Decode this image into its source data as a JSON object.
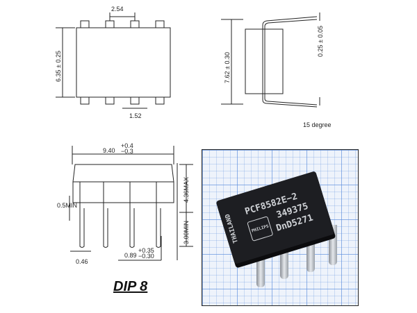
{
  "top_view": {
    "pitch": "2.54",
    "width": "6.35 ± 0.25",
    "pin_width": "1.52"
  },
  "side_view": {
    "row_spacing": "7.62 ± 0.30",
    "lead_thickness": "0.25 ± 0.05",
    "angle": "15 degree"
  },
  "front_view": {
    "length_nominal": "9.40",
    "length_tol_plus": "+0.4",
    "length_tol_minus": "−0.3",
    "standoff": "0.5MIN",
    "height": "4.36MAX",
    "lead_length": "3.00MIN",
    "lead_width": "0.46",
    "end_nominal": "0.89",
    "end_tol_plus": "+0.35",
    "end_tol_minus": "−0.30"
  },
  "photo": {
    "marking_line1": "PCF8582E−2",
    "marking_line2": "349375",
    "marking_line3": "DnD5271",
    "country": "THAILAND",
    "brand": "PHILIPS"
  },
  "title": "DIP 8"
}
